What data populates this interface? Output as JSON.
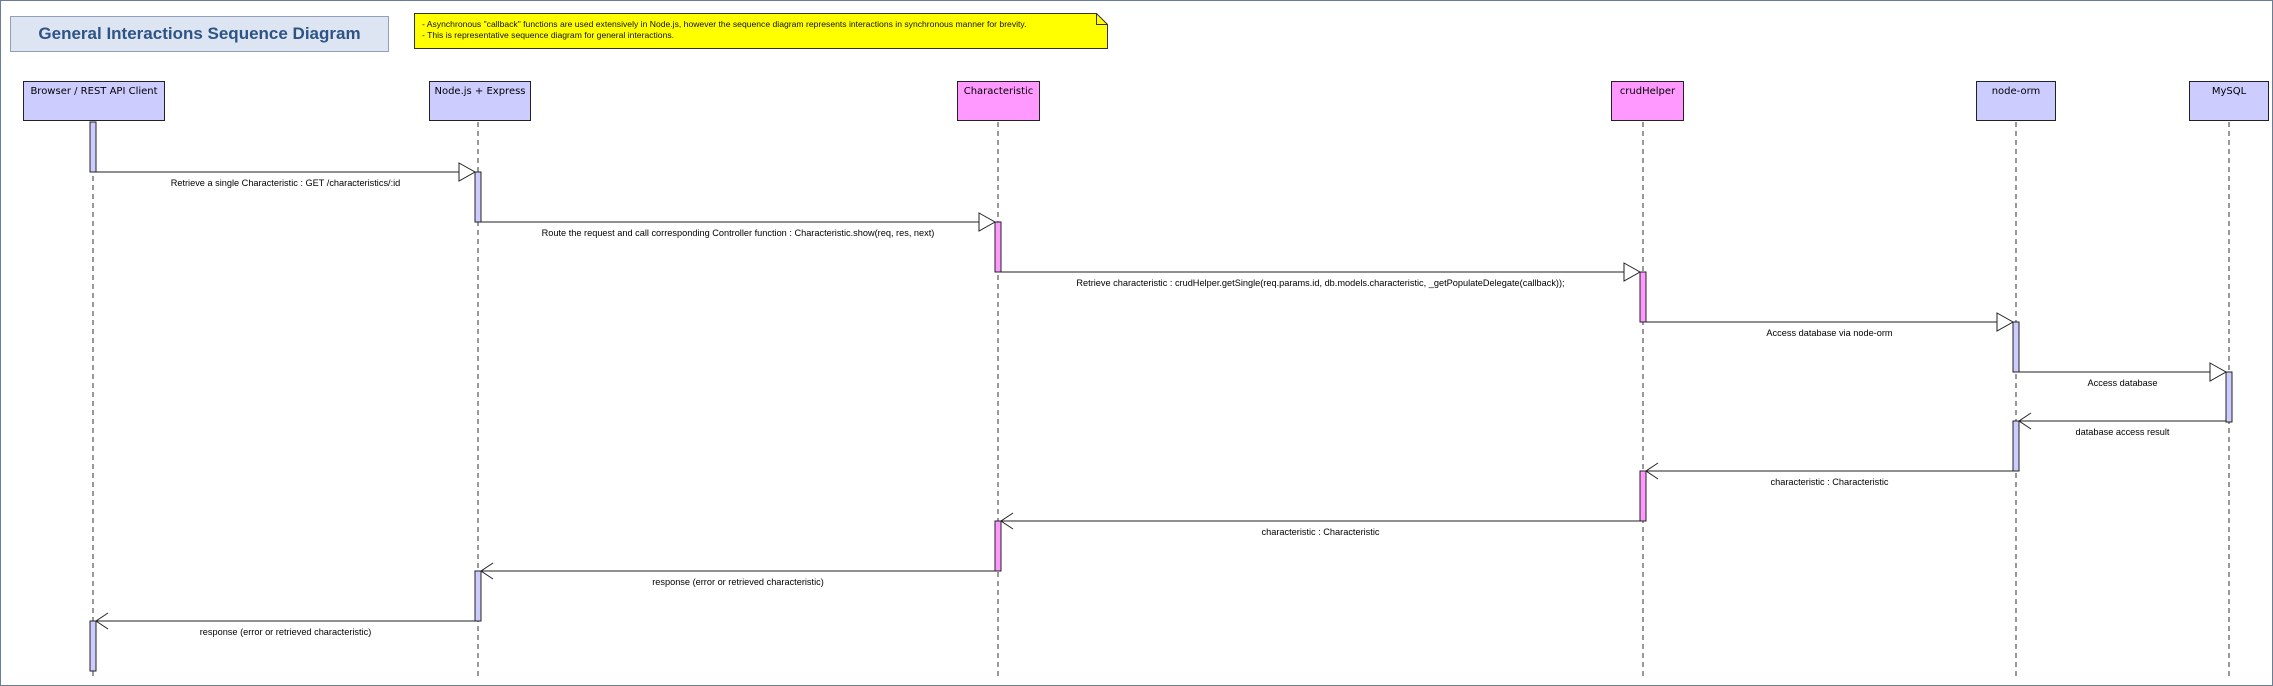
{
  "diagram": {
    "title": "General Interactions Sequence Diagram",
    "note": [
      "- Asynchronous \"callback\" functions are used extensively in Node.js, however the sequence diagram represents interactions in synchronous manner for brevity.",
      "- This is representative sequence diagram for general interactions."
    ],
    "colors": {
      "participant_default": "#ccccff",
      "participant_highlight": "#ff99ff",
      "note_fill": "#ffff00",
      "title_fill": "#dde5f2",
      "title_text": "#2e5486"
    },
    "participants": [
      {
        "id": "client",
        "label": "Browser / REST API Client",
        "color": "#ccccff"
      },
      {
        "id": "node",
        "label": "Node.js + Express",
        "color": "#ccccff"
      },
      {
        "id": "characteristic",
        "label": "Characteristic",
        "color": "#ff99ff"
      },
      {
        "id": "crud",
        "label": "crudHelper",
        "color": "#ff99ff"
      },
      {
        "id": "orm",
        "label": "node-orm",
        "color": "#ccccff"
      },
      {
        "id": "mysql",
        "label": "MySQL",
        "color": "#ccccff"
      }
    ],
    "messages": [
      {
        "from": "client",
        "to": "node",
        "label": "Retrieve a single Characteristic : GET /characteristics/:id",
        "kind": "call"
      },
      {
        "from": "node",
        "to": "characteristic",
        "label": "Route the request and call corresponding Controller function : Characteristic.show(req, res, next)",
        "kind": "call"
      },
      {
        "from": "characteristic",
        "to": "crud",
        "label": "Retrieve characteristic : crudHelper.getSingle(req.params.id, db.models.characteristic, _getPopulateDelegate(callback));",
        "kind": "call"
      },
      {
        "from": "crud",
        "to": "orm",
        "label": "Access database via node-orm",
        "kind": "call"
      },
      {
        "from": "orm",
        "to": "mysql",
        "label": "Access database",
        "kind": "call"
      },
      {
        "from": "mysql",
        "to": "orm",
        "label": "database access result",
        "kind": "return"
      },
      {
        "from": "orm",
        "to": "crud",
        "label": "characteristic : Characteristic",
        "kind": "return"
      },
      {
        "from": "crud",
        "to": "characteristic",
        "label": "characteristic : Characteristic",
        "kind": "return"
      },
      {
        "from": "characteristic",
        "to": "node",
        "label": "response (error or retrieved characteristic)",
        "kind": "return"
      },
      {
        "from": "node",
        "to": "client",
        "label": "response (error or retrieved characteristic)",
        "kind": "return"
      }
    ]
  }
}
